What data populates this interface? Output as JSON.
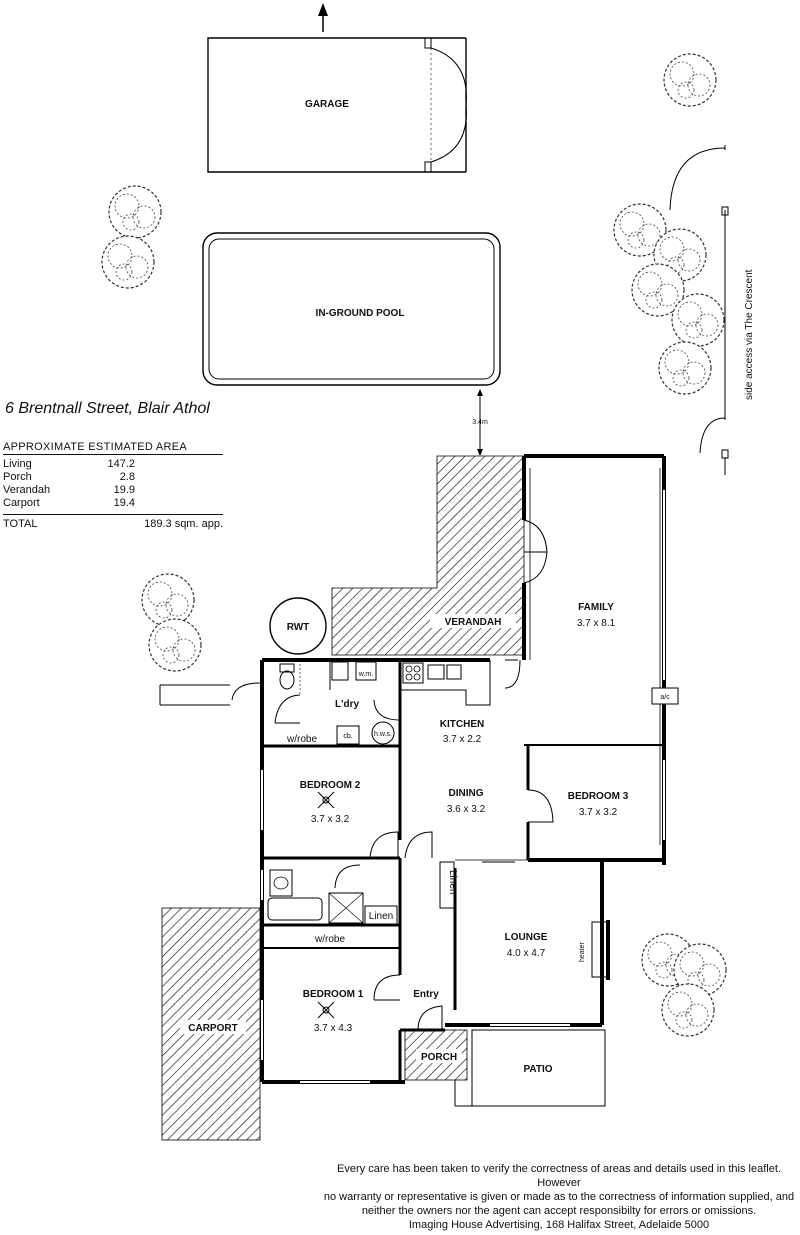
{
  "address": "6 Brentnall Street, Blair Athol",
  "area_table": {
    "heading": "APPROXIMATE ESTIMATED AREA",
    "rows": [
      {
        "label": "Living",
        "value": "147.2"
      },
      {
        "label": "Porch",
        "value": "2.8"
      },
      {
        "label": "Verandah",
        "value": "19.9"
      },
      {
        "label": "Carport",
        "value": "19.4"
      }
    ],
    "total_label": "TOTAL",
    "total_value": "189.3 sqm. app."
  },
  "rooms": {
    "garage": "GARAGE",
    "pool": "IN-GROUND POOL",
    "side_access": "side access via The Crescent",
    "setback": "3.4m",
    "rwt": "RWT",
    "verandah": "VERANDAH",
    "family": "FAMILY",
    "family_dim": "3.7 x 8.1",
    "ac": "a/c",
    "laundry": "L'dry",
    "wm": "w.m.",
    "kitchen": "KITCHEN",
    "kitchen_dim": "3.7 x 2.2",
    "robe1": "w/robe",
    "cb": "cb.",
    "hws": "h.w.s.",
    "bedroom2": "BEDROOM 2",
    "bedroom2_dim": "3.7 x 3.2",
    "dining": "DINING",
    "dining_dim": "3.6 x 3.2",
    "bedroom3": "BEDROOM 3",
    "bedroom3_dim": "3.7 x 3.2",
    "linen1": "Linen",
    "linen2": "Linen",
    "lounge": "LOUNGE",
    "lounge_dim": "4.0 x 4.7",
    "heater": "heater",
    "robe2": "w/robe",
    "bedroom1": "BEDROOM 1",
    "bedroom1_dim": "3.7 x 4.3",
    "entry": "Entry",
    "carport": "CARPORT",
    "porch": "PORCH",
    "patio": "PATIO"
  },
  "disclaimer": [
    "Every care has been taken to verify the correctness of areas and details used in this leaflet.  However",
    "no warranty or representative is given or made as to the correctness of information supplied, and",
    "neither the owners nor the agent can accept responsibilty for errors or omissions.",
    "Imaging House Advertising, 168 Halifax Street, Adelaide 5000"
  ]
}
